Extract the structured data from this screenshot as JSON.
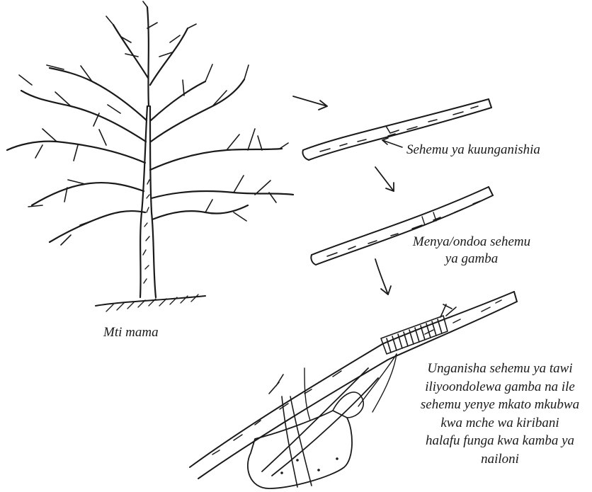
{
  "labels": {
    "mother_tree": "Mti mama",
    "joint_area": "Sehemu ya kuunganishia",
    "peel_bark": [
      "Menya/ondoa sehemu",
      "ya gamba"
    ],
    "join_instruction": [
      "Unganisha sehemu ya tawi",
      "iliyoondolewa gamba na ile",
      "sehemu yenye mkato mkubwa",
      "kwa mche wa kiribani",
      "halafu funga kwa kamba ya",
      "nailoni"
    ]
  },
  "colors": {
    "ink": "#1a1a1a",
    "background": "#ffffff"
  }
}
